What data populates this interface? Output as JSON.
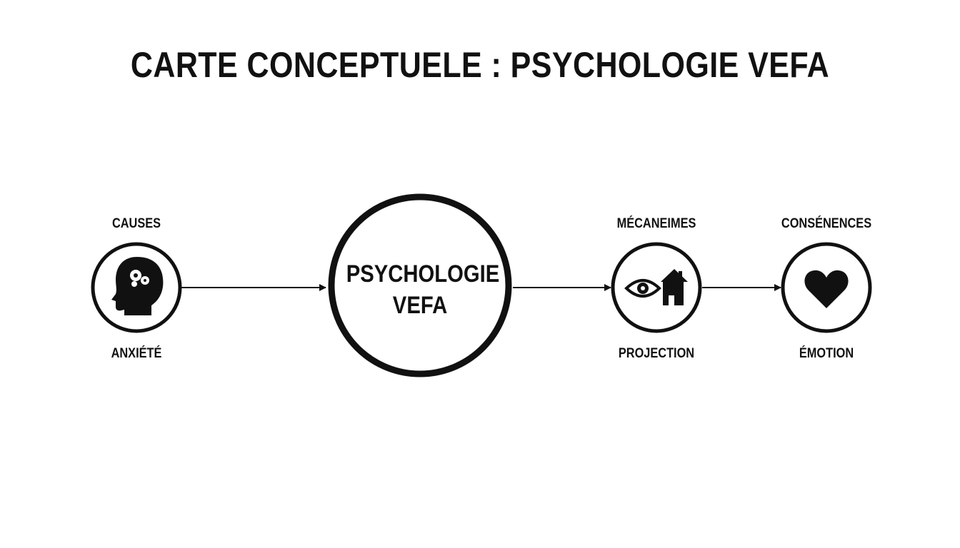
{
  "title": "CARTE CONCEPTUELE : PSYCHOLOGIE VEFA",
  "center": {
    "line1": "PSYCHOLOGIE",
    "line2": "VEFA"
  },
  "nodes": [
    {
      "heading": "CAUSES",
      "caption": "ANXIÉTÉ",
      "icon": "head-gears-icon"
    },
    {
      "heading": "MÉCANEIMES",
      "caption": "PROJECTION",
      "icon": "eye-house-icon"
    },
    {
      "heading": "CONSÉNENCES",
      "caption": "ÉMOTION",
      "icon": "heart-icon"
    }
  ],
  "colors": {
    "ink": "#111111",
    "background": "#ffffff"
  }
}
